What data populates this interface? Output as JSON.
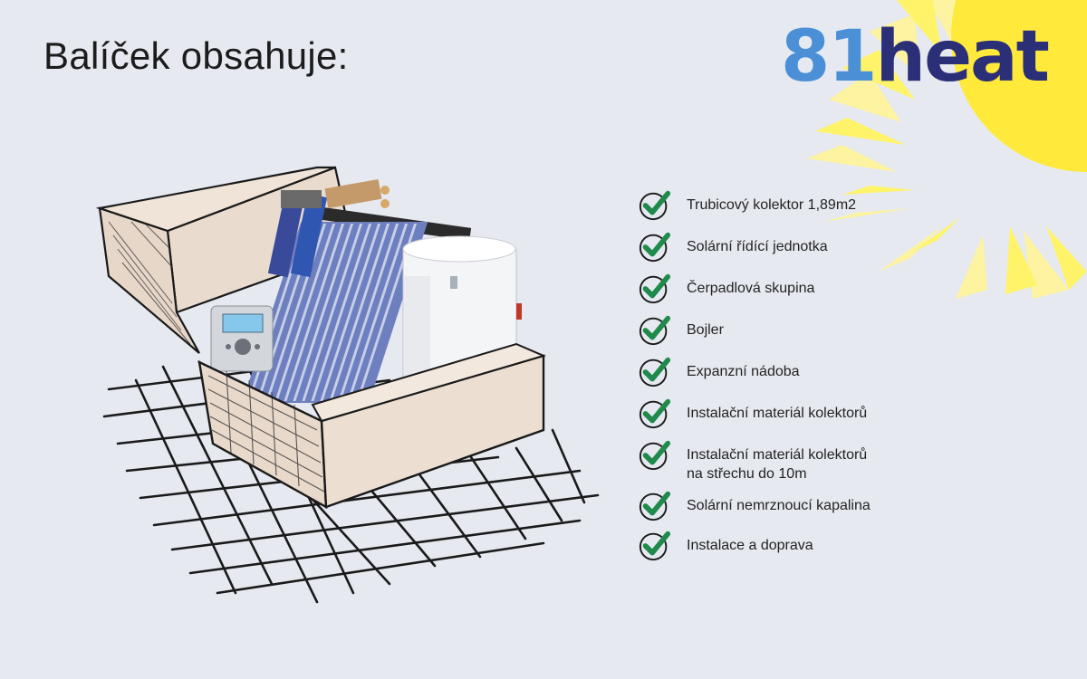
{
  "heading": "Balíček obsahuje:",
  "logo": {
    "number": "81",
    "word": "heat"
  },
  "colors": {
    "background": "#e6eaf0",
    "logo_number": "#4b8fd6",
    "logo_word": "#2a2f78",
    "sun": "#ffe93b",
    "check": "#1f8a4c"
  },
  "features": [
    {
      "lines": [
        "Trubicový kolektor 1,89m2"
      ]
    },
    {
      "lines": [
        "Solární řídící jednotka"
      ]
    },
    {
      "lines": [
        "Čerpadlová skupina"
      ]
    },
    {
      "lines": [
        "Bojler"
      ]
    },
    {
      "lines": [
        "Expanzní nádoba"
      ]
    },
    {
      "lines": [
        "Instalační materiál kolektorů"
      ]
    },
    {
      "lines": [
        "Instalační materiál kolektorů",
        "na střechu do 10m"
      ]
    },
    {
      "lines": [
        "Solární nemrznoucí kapalina"
      ]
    },
    {
      "lines": [
        "Instalace a doprava"
      ]
    }
  ],
  "icons": {
    "list_marker": "check-circle-icon",
    "sun": "sun-icon"
  }
}
